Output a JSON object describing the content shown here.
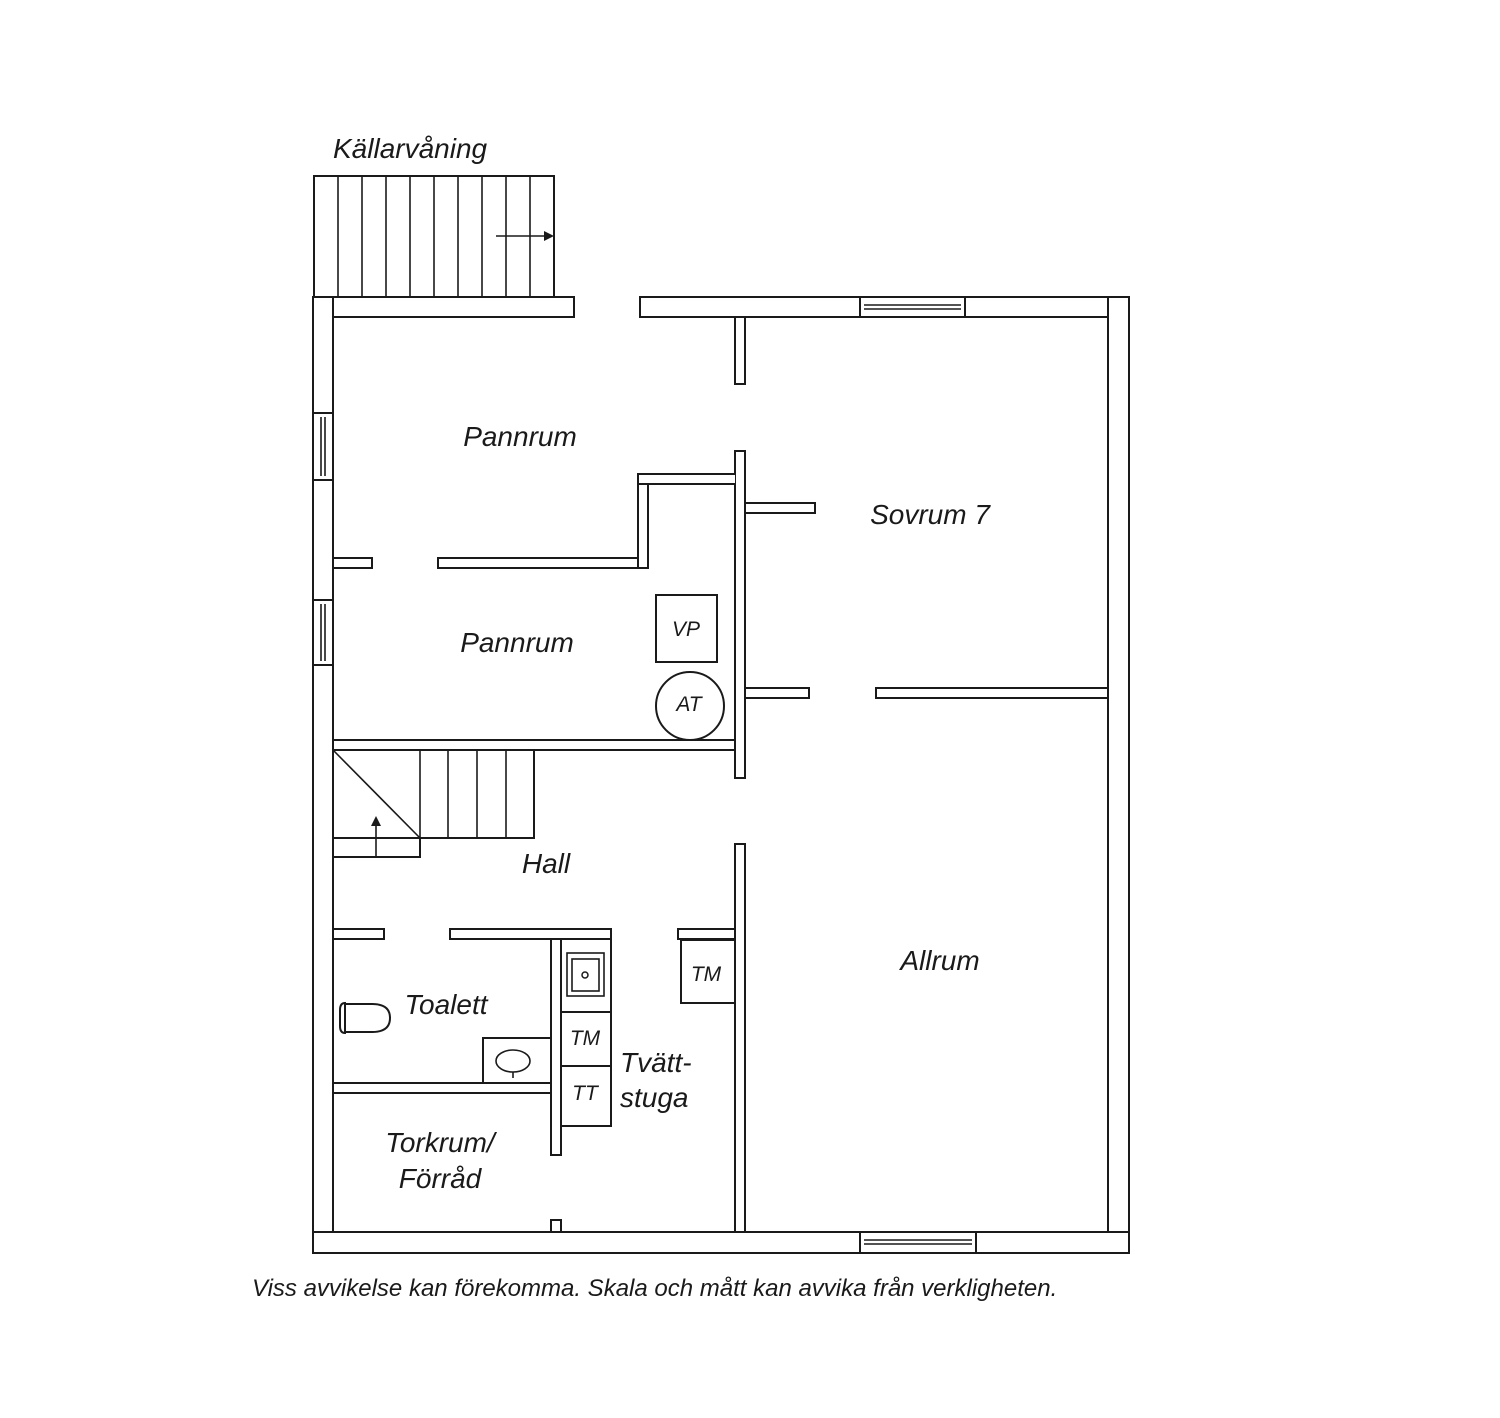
{
  "title": "Källarvåning",
  "disclaimer": "Viss avvikelse kan förekomma. Skala och mått kan avvika från verkligheten.",
  "rooms": {
    "pannrum_upper": "Pannrum",
    "pannrum_lower": "Pannrum",
    "sovrum": "Sovrum 7",
    "hall": "Hall",
    "allrum": "Allrum",
    "toalett": "Toalett",
    "tvatt_line1": "Tvätt-",
    "tvatt_line2": "stuga",
    "torkrum_line1": "Torkrum/",
    "torkrum_line2": "Förråd"
  },
  "fixtures": {
    "vp": "VP",
    "at": "AT",
    "tm_hall": "TM",
    "tm_laundry": "TM",
    "tt": "TT"
  },
  "icons": {
    "stair_direction": "arrow-icon",
    "toilet": "toilet-icon",
    "sink": "sink-icon",
    "washbasin": "washbasin-icon"
  }
}
